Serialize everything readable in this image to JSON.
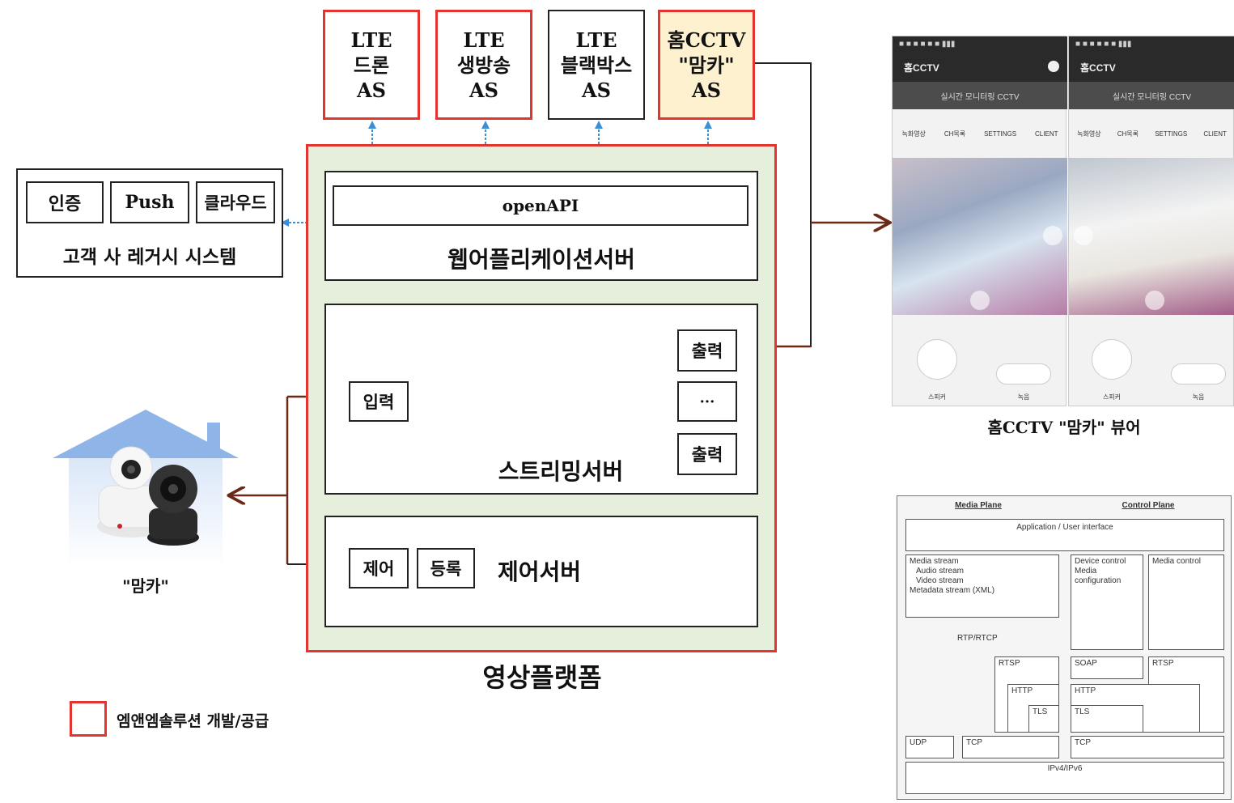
{
  "as_boxes": [
    {
      "text": "LTE\n드론\nAS"
    },
    {
      "text": "LTE\n생방송\nAS"
    },
    {
      "text": "LTE\n블랙박스\nAS"
    },
    {
      "text": "홈CCTV\n\"맘카\"\nAS"
    }
  ],
  "legacy": {
    "title": "고객 사 레거시 시스템",
    "items": [
      "인증",
      "Push",
      "클라우드"
    ]
  },
  "platform": {
    "title": "영상플랫폼",
    "web_server": {
      "label": "웹어플리케이션서버",
      "api": "openAPI"
    },
    "streaming_server": {
      "label": "스트리밍서버",
      "input": "입력",
      "outputs": [
        "출력",
        "···",
        "출력"
      ]
    },
    "control_server": {
      "label": "제어서버",
      "items": [
        "제어",
        "등록"
      ]
    }
  },
  "camera": {
    "caption": "\"맘카\""
  },
  "legend": {
    "label": "엠앤엠솔루션 개발/공급"
  },
  "viewer": {
    "caption": "홈CCTV \"맘카\" 뷰어",
    "app_name": "홈CCTV",
    "subtitle": "실시간 모니터링 CCTV",
    "toolbar": [
      "녹화영상",
      "CH목록",
      "SETTINGS",
      "CLIENT"
    ],
    "buttons": [
      "스피커",
      "녹음"
    ]
  },
  "protocol_stack": {
    "media_plane": "Media Plane",
    "control_plane": "Control Plane",
    "app_ui": "Application / User interface",
    "media_streams": [
      "Media stream",
      "Audio stream",
      "Video stream",
      "Metadata stream (XML)"
    ],
    "device_control": [
      "Device control",
      "Media configuration"
    ],
    "media_control": "Media control",
    "rtp": "RTP/RTCP",
    "rtsp_left": "RTSP",
    "soap": "SOAP",
    "rtsp_right": "RTSP",
    "http_left": "HTTP",
    "http_right": "HTTP",
    "tls_left": "TLS",
    "tls_right": "TLS",
    "udp": "UDP",
    "tcp_left": "TCP",
    "tcp_right": "TCP",
    "ip": "IPv4/IPv6"
  },
  "colors": {
    "red": "#e3342f",
    "green_bg": "#e6eedc",
    "arrow_blue": "#3b8fd6",
    "arrow_brown": "#6b2a16",
    "house_blue": "#8fb5e8"
  }
}
